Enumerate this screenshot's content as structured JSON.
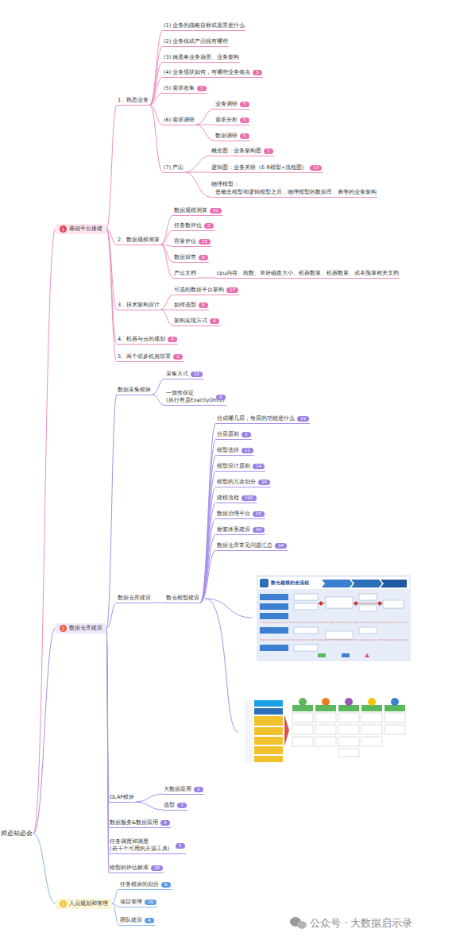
{
  "diagram": {
    "nodes": [
      {
        "text": [
          "师必知必会"
        ]
      },
      {
        "text": [
          "1",
          "基础平台搭建"
        ]
      },
      {
        "text": [
          "1、熟悉业务"
        ]
      },
      {
        "text": [
          "(1) 业务的战略目标或愿景是什么"
        ]
      },
      {
        "text": [
          "(2) 业务线或产品线有哪些"
        ]
      },
      {
        "text": [
          "(3) 搞透各业务场景、业务架构"
        ]
      },
      {
        "text": [
          "(4) 业务现状如何，有哪些业务痛点",
          "5"
        ]
      },
      {
        "text": [
          "(5) 需求收集",
          "5"
        ]
      },
      {
        "text": [
          "(6) 需求调研"
        ]
      },
      {
        "text": [
          "业务调研",
          "5"
        ]
      },
      {
        "text": [
          "需求分析",
          "5"
        ]
      },
      {
        "text": [
          "数据调研",
          "5"
        ]
      },
      {
        "text": [
          "(7) 产出"
        ]
      },
      {
        "text": [
          "概念图：业务架构图",
          "1"
        ]
      },
      {
        "text": [
          "逻辑图：业务关联（E-R模型+流程图）",
          "17"
        ]
      },
      {
        "text": [
          "物理模型：",
          "是概念模型和逻辑模型之后，物理模型的数据库、表等的业务架构"
        ]
      },
      {
        "text": [
          "2、数据规模测算"
        ]
      },
      {
        "text": [
          "数据规模测算",
          "41"
        ]
      },
      {
        "text": [
          "任务数评估",
          "3"
        ]
      },
      {
        "text": [
          "容量评估",
          "15"
        ]
      },
      {
        "text": [
          "数据探查",
          "8"
        ]
      },
      {
        "text": [
          "产出文档"
        ]
      },
      {
        "text": [
          "cpu内存、核数、单块磁盘大小、机器数量、机器数量、成本预算相关文档"
        ]
      },
      {
        "text": [
          "3、技术架构设计"
        ]
      },
      {
        "text": [
          "可选的数据平台架构",
          "17"
        ]
      },
      {
        "text": [
          "如何选型",
          "8"
        ]
      },
      {
        "text": [
          "架构实现方式",
          "4"
        ]
      },
      {
        "text": [
          "4、机器与云的规划",
          "4"
        ]
      },
      {
        "text": [
          "5、两个或多机房部署",
          "2"
        ]
      },
      {
        "text": [
          "2",
          "数据仓库建设"
        ]
      },
      {
        "text": [
          "数据采集模块"
        ]
      },
      {
        "text": [
          "采集方式",
          "15"
        ]
      },
      {
        "text": [
          "一致性保证 (执行有且ExactlyOnce)",
          "8"
        ]
      },
      {
        "text": [
          "数据仓库建设"
        ]
      },
      {
        "text": [
          "数仓模型建设"
        ]
      },
      {
        "text": [
          "分成哪几层，每层的功能是什么",
          "19"
        ]
      },
      {
        "text": [
          "分层原则",
          "3"
        ]
      },
      {
        "text": [
          "模型选择",
          "11"
        ]
      },
      {
        "text": [
          "模型设计原则",
          "14"
        ]
      },
      {
        "text": [
          "模型的冗余划分",
          "16"
        ]
      },
      {
        "text": [
          "建模流程",
          "100"
        ]
      },
      {
        "text": [
          "数据治理平台",
          "15"
        ]
      },
      {
        "text": [
          "标签体系建设",
          "40"
        ]
      },
      {
        "text": [
          "数据仓库常见问题汇总",
          "34"
        ]
      },
      {
        "text": [
          "OLAP模块"
        ]
      },
      {
        "text": [
          "大数据应用",
          "9"
        ]
      },
      {
        "text": [
          "选型",
          "3"
        ]
      },
      {
        "text": [
          "数据服务&数据应用",
          "4"
        ]
      },
      {
        "text": [
          "任务调度和调度 (若干个可用的开源工具)",
          "5"
        ]
      },
      {
        "text": [
          "模型的评估标准",
          "36"
        ]
      },
      {
        "text": [
          "3",
          "人员规划和管理"
        ]
      },
      {
        "text": [
          "任务模块的划分",
          "6"
        ]
      },
      {
        "text": [
          "项目管理",
          "20"
        ]
      },
      {
        "text": [
          "团队建设",
          "4"
        ]
      }
    ],
    "edges": [
      {
        "from": 0,
        "to": 1,
        "arrow": "none"
      },
      {
        "from": 0,
        "to": 29,
        "arrow": "none"
      },
      {
        "from": 0,
        "to": 50,
        "arrow": "none"
      },
      {
        "from": 1,
        "to": 2,
        "arrow": "none"
      },
      {
        "from": 1,
        "to": 16,
        "arrow": "none"
      },
      {
        "from": 1,
        "to": 23,
        "arrow": "none"
      },
      {
        "from": 1,
        "to": 27,
        "arrow": "none"
      },
      {
        "from": 1,
        "to": 28,
        "arrow": "none"
      },
      {
        "from": 2,
        "to": 3,
        "arrow": "none"
      },
      {
        "from": 2,
        "to": 4,
        "arrow": "none"
      },
      {
        "from": 2,
        "to": 5,
        "arrow": "none"
      },
      {
        "from": 2,
        "to": 6,
        "arrow": "none"
      },
      {
        "from": 2,
        "to": 7,
        "arrow": "none"
      },
      {
        "from": 2,
        "to": 8,
        "arrow": "none"
      },
      {
        "from": 2,
        "to": 12,
        "arrow": "none"
      },
      {
        "from": 8,
        "to": 9,
        "arrow": "none"
      },
      {
        "from": 8,
        "to": 10,
        "arrow": "none"
      },
      {
        "from": 8,
        "to": 11,
        "arrow": "none"
      },
      {
        "from": 12,
        "to": 13,
        "arrow": "none"
      },
      {
        "from": 12,
        "to": 14,
        "arrow": "none"
      },
      {
        "from": 12,
        "to": 15,
        "arrow": "none"
      },
      {
        "from": 16,
        "to": 17,
        "arrow": "none"
      },
      {
        "from": 16,
        "to": 18,
        "arrow": "none"
      },
      {
        "from": 16,
        "to": 19,
        "arrow": "none"
      },
      {
        "from": 16,
        "to": 20,
        "arrow": "none"
      },
      {
        "from": 16,
        "to": 21,
        "arrow": "none"
      },
      {
        "from": 21,
        "to": 22,
        "arrow": "none"
      },
      {
        "from": 23,
        "to": 24,
        "arrow": "none"
      },
      {
        "from": 23,
        "to": 25,
        "arrow": "none"
      },
      {
        "from": 23,
        "to": 26,
        "arrow": "none"
      },
      {
        "from": 29,
        "to": 30,
        "arrow": "none"
      },
      {
        "from": 29,
        "to": 33,
        "arrow": "none"
      },
      {
        "from": 29,
        "to": 44,
        "arrow": "none"
      },
      {
        "from": 29,
        "to": 47,
        "arrow": "none"
      },
      {
        "from": 29,
        "to": 48,
        "arrow": "none"
      },
      {
        "from": 29,
        "to": 49,
        "arrow": "none"
      },
      {
        "from": 30,
        "to": 31,
        "arrow": "none"
      },
      {
        "from": 30,
        "to": 32,
        "arrow": "none"
      },
      {
        "from": 33,
        "to": 34,
        "arrow": "none"
      },
      {
        "from": 34,
        "to": 35,
        "arrow": "none"
      },
      {
        "from": 34,
        "to": 36,
        "arrow": "none"
      },
      {
        "from": 34,
        "to": 37,
        "arrow": "none"
      },
      {
        "from": 34,
        "to": 38,
        "arrow": "none"
      },
      {
        "from": 34,
        "to": 39,
        "arrow": "none"
      },
      {
        "from": 34,
        "to": 40,
        "arrow": "none"
      },
      {
        "from": 34,
        "to": 41,
        "arrow": "none"
      },
      {
        "from": 34,
        "to": 42,
        "arrow": "none"
      },
      {
        "from": 34,
        "to": 43,
        "arrow": "none"
      },
      {
        "from": 44,
        "to": 45,
        "arrow": "none"
      },
      {
        "from": 44,
        "to": 46,
        "arrow": "none"
      },
      {
        "from": 50,
        "to": 51,
        "arrow": "none"
      },
      {
        "from": 50,
        "to": 52,
        "arrow": "none"
      },
      {
        "from": 50,
        "to": 53,
        "arrow": "none"
      }
    ],
    "labels": [
      "数仓建模的全流程",
      "公众号 · 大数据启示录"
    ]
  }
}
